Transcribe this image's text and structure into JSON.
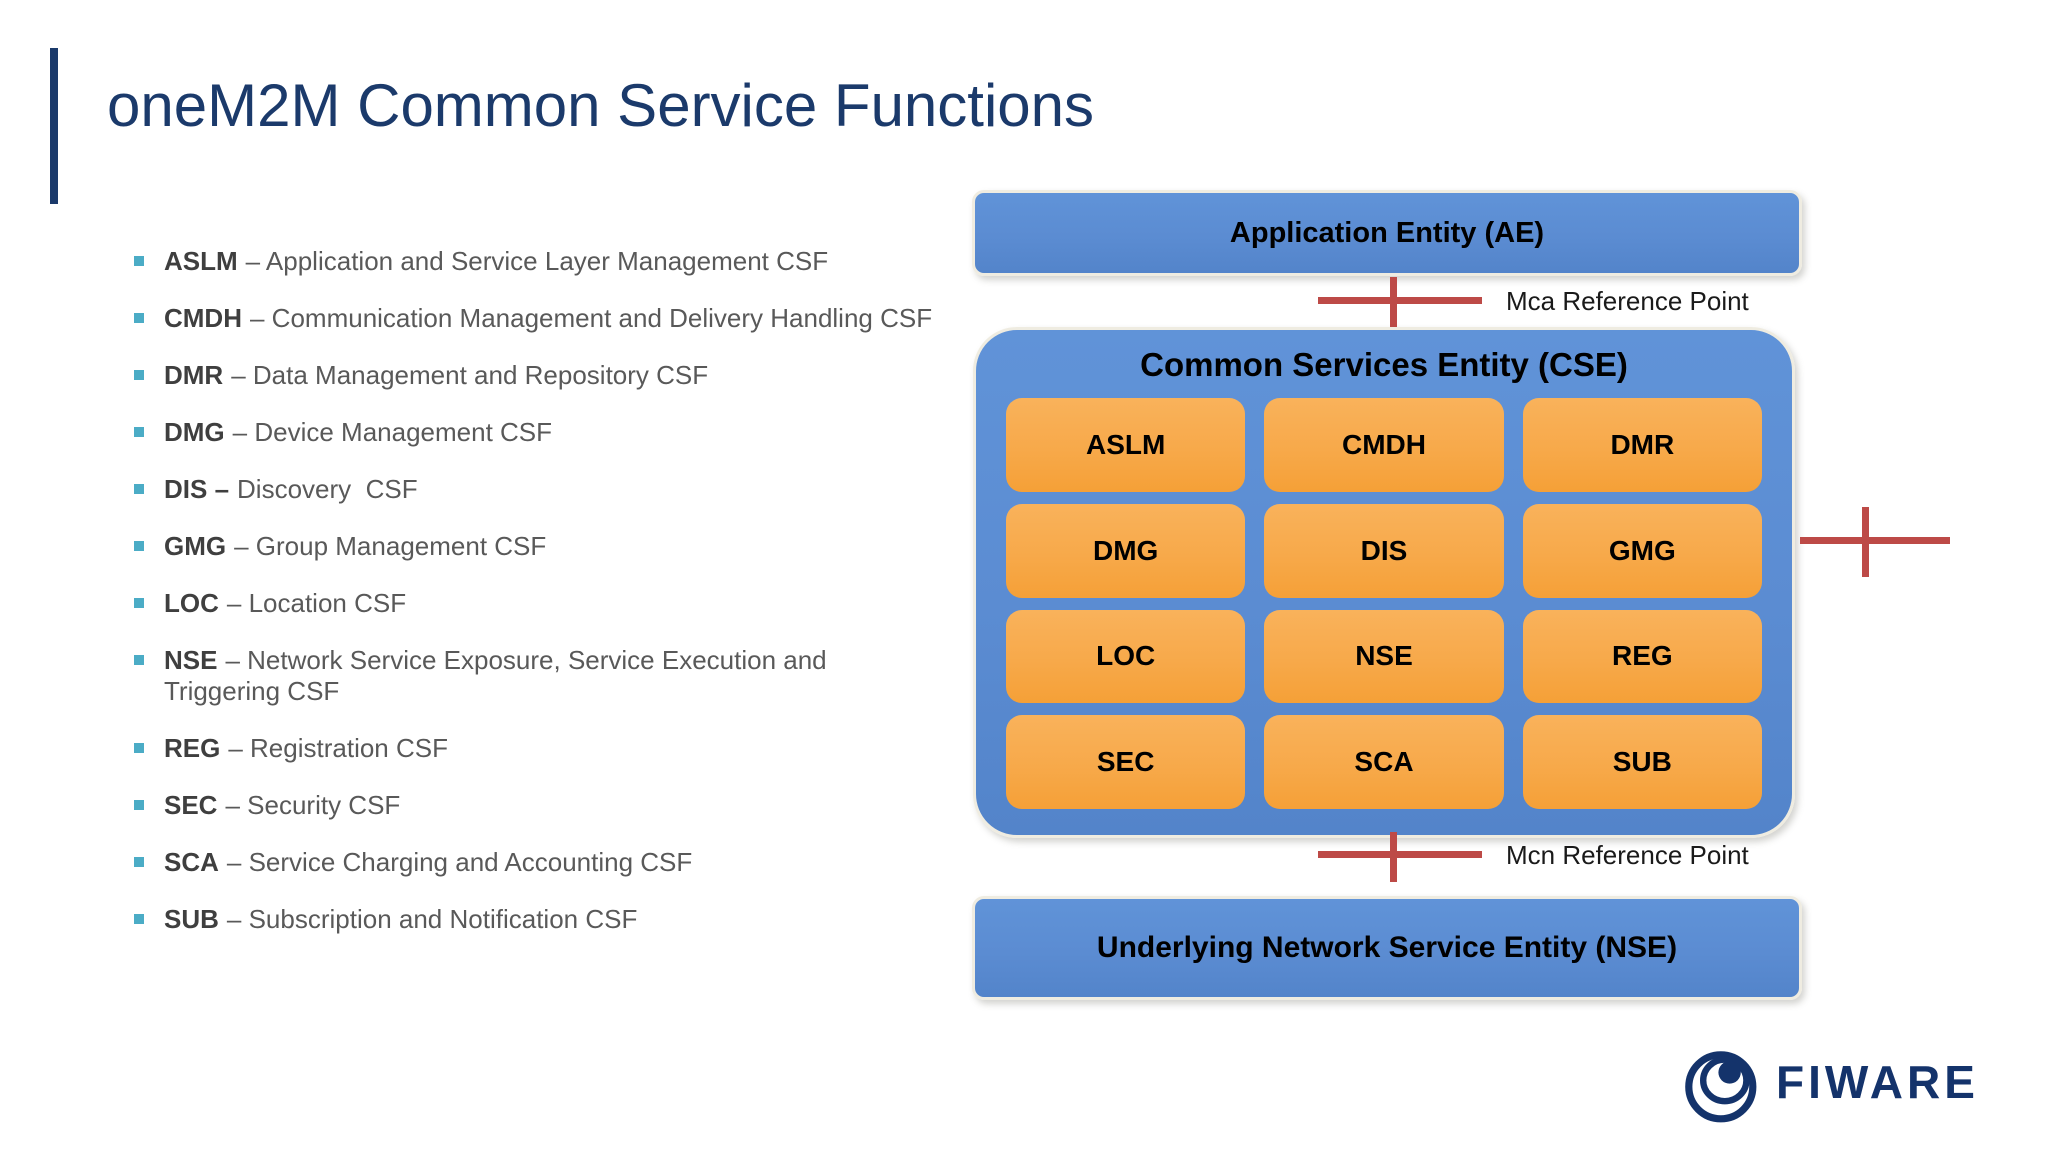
{
  "slide": {
    "title": "oneM2M Common Service Functions",
    "colors": {
      "title_navy": "#1b3a6b",
      "accent_teal": "#4bacc6",
      "box_blue": "#5b8cd2",
      "box_orange": "#f7a94a",
      "ref_red": "#bd4a47",
      "text_gray": "#595959",
      "logo_navy": "#14336b"
    }
  },
  "csf_list": [
    {
      "abbr": "ASLM",
      "desc": "– Application and Service Layer Management CSF"
    },
    {
      "abbr": "CMDH",
      "desc": "– Communication Management and Delivery Handling CSF"
    },
    {
      "abbr": "DMR",
      "desc": "– Data Management and Repository CSF"
    },
    {
      "abbr": "DMG",
      "desc": "– Device Management CSF"
    },
    {
      "abbr": "DIS –",
      "desc": "Discovery  CSF"
    },
    {
      "abbr": "GMG",
      "desc": "– Group Management CSF"
    },
    {
      "abbr": "LOC",
      "desc": "– Location CSF"
    },
    {
      "abbr": "NSE",
      "desc": "– Network Service Exposure, Service Execution and\nTriggering CSF"
    },
    {
      "abbr": "REG",
      "desc": "– Registration CSF"
    },
    {
      "abbr": "SEC",
      "desc": "– Security CSF"
    },
    {
      "abbr": "SCA",
      "desc": "– Service Charging and Accounting CSF"
    },
    {
      "abbr": "SUB",
      "desc": "– Subscription and Notification CSF"
    }
  ],
  "diagram": {
    "ae_label": "Application Entity (AE)",
    "cse_title": "Common Services Entity (CSE)",
    "cse_cells": [
      "ASLM",
      "CMDH",
      "DMR",
      "DMG",
      "DIS",
      "GMG",
      "LOC",
      "NSE",
      "REG",
      "SEC",
      "SCA",
      "SUB"
    ],
    "nse_label": "Underlying Network Service Entity (NSE)",
    "mca_label": "Mca Reference Point",
    "mcn_label": "Mcn Reference Point"
  },
  "logo": {
    "wordmark": "FIWARE"
  }
}
